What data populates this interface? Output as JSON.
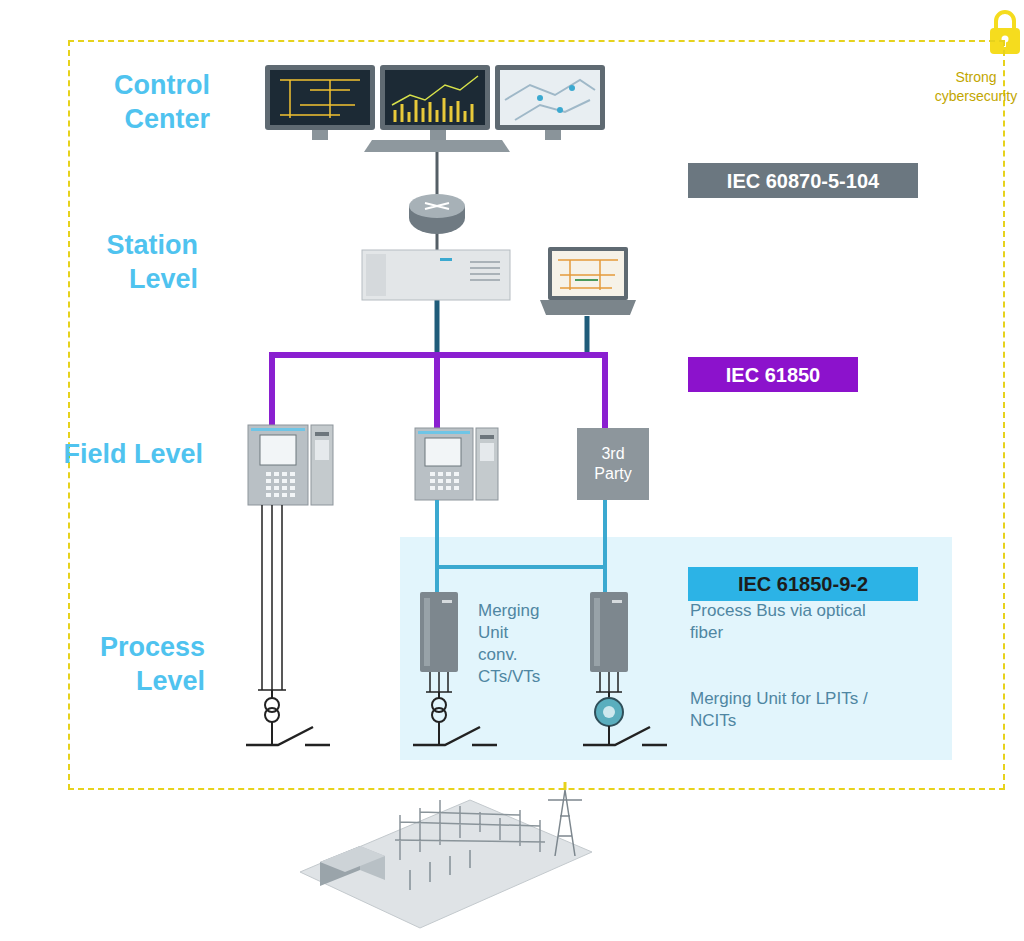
{
  "diagram": {
    "nodes": [
      {
        "text": [
          "Strong cybersecurity"
        ]
      },
      {
        "text": [
          "IEC 60870-5-104"
        ],
        "in": 0
      },
      {
        "text": [
          "IEC 61850"
        ],
        "in": 0
      },
      {
        "text": [
          "3rd Party"
        ],
        "in": 0
      },
      {
        "text": [
          "Merging Unit conv. CTs/VTs",
          "Process Bus via optical fiber",
          "Merging Unit for LPITs / NCITs"
        ],
        "in": 0
      },
      {
        "text": [
          "IEC 61850-9-2"
        ],
        "in": 4
      }
    ],
    "labels": [
      "Control Center",
      "Station Level",
      "Field Level",
      "Process Level"
    ]
  }
}
